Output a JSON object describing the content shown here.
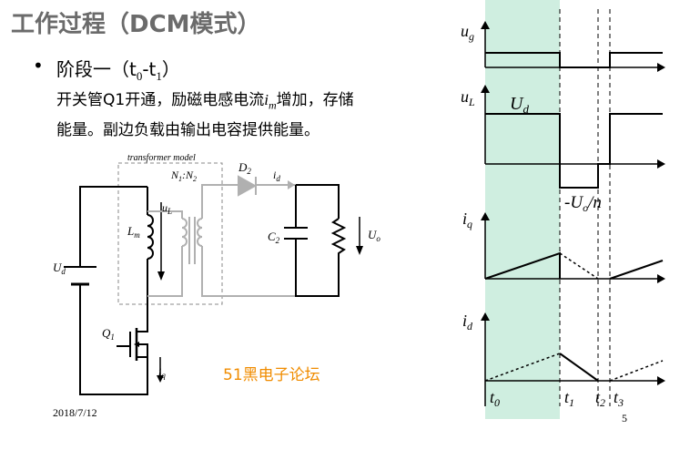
{
  "slide": {
    "title": "工作过程（DCM模式）",
    "bullet": {
      "prefix": "阶段一（t",
      "sub0": "0",
      "dash": "-t",
      "sub1": "1",
      "suffix": "）"
    },
    "paragraph": {
      "line1_before": "开关管Q1开通，励磁电感电流",
      "line1_var": "i",
      "line1_var_sub": "m",
      "line1_after": "增加，存储",
      "line2": "能量。副边负载由输出电容提供能量。"
    },
    "date": "2018/7/12",
    "page_number": "5",
    "watermark": "51黑电子论坛"
  },
  "circuit": {
    "transformer_label": "transformer model",
    "turns_ratio": "N1:N2",
    "diode": "D2",
    "diode_current": "id",
    "source": "Ud",
    "inductor": "Lm",
    "inductor_voltage": "uL",
    "capacitor": "C2",
    "output_voltage": "Uo",
    "switch": "Q1",
    "switch_current": "iq"
  },
  "waveforms": {
    "highlight_color": "#cfeee0",
    "signals": [
      "ug",
      "uL",
      "iq",
      "id"
    ],
    "uL_positive_label": "Ud",
    "uL_negative_label": "-Uo/n",
    "time_labels": [
      "t0",
      "t1",
      "t2",
      "t3"
    ]
  }
}
